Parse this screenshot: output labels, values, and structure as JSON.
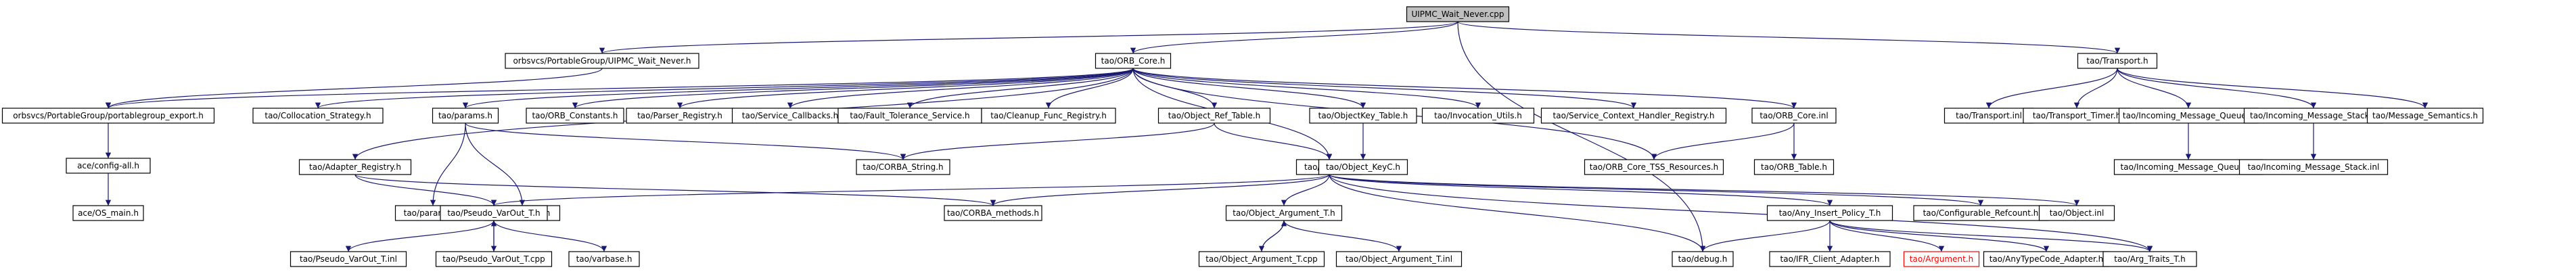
{
  "colors": {
    "edge": "#191970",
    "node_border": "#000000",
    "root_fill": "#bfbfbf",
    "missing_border": "#ff0000"
  },
  "nodes": [
    {
      "id": "root",
      "label": "UIPMC_Wait_Never.cpp",
      "root": true
    },
    {
      "id": "pg_wn",
      "label": "orbsvcs/PortableGroup/UIPMC_Wait_Never.h"
    },
    {
      "id": "orb_core",
      "label": "tao/ORB_Core.h"
    },
    {
      "id": "transport",
      "label": "tao/Transport.h"
    },
    {
      "id": "pg_export",
      "label": "orbsvcs/PortableGroup/portablegroup_export.h"
    },
    {
      "id": "ace_config",
      "label": "ace/config-all.h"
    },
    {
      "id": "ace_os_main",
      "label": "ace/OS_main.h"
    },
    {
      "id": "adapter_reg",
      "label": "tao/Adapter_Registry.h"
    },
    {
      "id": "collocation",
      "label": "tao/Collocation_Strategy.h"
    },
    {
      "id": "params_h",
      "label": "tao/params.h"
    },
    {
      "id": "params_inl",
      "label": "tao/params.inl"
    },
    {
      "id": "objectid",
      "label": "tao/objectid.h"
    },
    {
      "id": "orb_constants",
      "label": "tao/ORB_Constants.h"
    },
    {
      "id": "parser_reg",
      "label": "tao/Parser_Registry.h"
    },
    {
      "id": "svc_callbacks",
      "label": "tao/Service_Callbacks.h"
    },
    {
      "id": "fault_tol",
      "label": "tao/Fault_Tolerance_Service.h"
    },
    {
      "id": "cleanup_func",
      "label": "tao/Cleanup_Func_Registry.h"
    },
    {
      "id": "obj_ref_table",
      "label": "tao/Object_Ref_Table.h"
    },
    {
      "id": "objkey_table",
      "label": "tao/ObjectKey_Table.h"
    },
    {
      "id": "invocation_utils",
      "label": "tao/Invocation_Utils.h"
    },
    {
      "id": "svc_ctx_handler",
      "label": "tao/Service_Context_Handler_Registry.h"
    },
    {
      "id": "orb_core_inl",
      "label": "tao/ORB_Core.inl"
    },
    {
      "id": "corba_string",
      "label": "tao/CORBA_String.h"
    },
    {
      "id": "object_h",
      "label": "tao/Object.h"
    },
    {
      "id": "objkeyc",
      "label": "tao/Object_KeyC.h"
    },
    {
      "id": "tss_res",
      "label": "tao/ORB_Core_TSS_Resources.h"
    },
    {
      "id": "orb_table",
      "label": "tao/ORB_Table.h"
    },
    {
      "id": "pseudo_varout",
      "label": "tao/Pseudo_VarOut_T.h"
    },
    {
      "id": "pseudo_varout_inl",
      "label": "tao/Pseudo_VarOut_T.inl"
    },
    {
      "id": "pseudo_varout_cpp",
      "label": "tao/Pseudo_VarOut_T.cpp"
    },
    {
      "id": "varbase",
      "label": "tao/varbase.h"
    },
    {
      "id": "corba_methods",
      "label": "tao/CORBA_methods.h"
    },
    {
      "id": "obj_arg_t",
      "label": "tao/Object_Argument_T.h"
    },
    {
      "id": "obj_arg_t_cpp",
      "label": "tao/Object_Argument_T.cpp"
    },
    {
      "id": "obj_arg_t_inl",
      "label": "tao/Object_Argument_T.inl"
    },
    {
      "id": "any_insert",
      "label": "tao/Any_Insert_Policy_T.h"
    },
    {
      "id": "configurable_ref",
      "label": "tao/Configurable_Refcount.h"
    },
    {
      "id": "object_inl",
      "label": "tao/Object.inl"
    },
    {
      "id": "debug_h",
      "label": "tao/debug.h"
    },
    {
      "id": "ifr_client",
      "label": "tao/IFR_Client_Adapter.h"
    },
    {
      "id": "argument_h",
      "label": "tao/Argument.h",
      "red": true
    },
    {
      "id": "anytypecode",
      "label": "tao/AnyTypeCode_Adapter.h"
    },
    {
      "id": "arg_traits",
      "label": "tao/Arg_Traits_T.h"
    },
    {
      "id": "transport_inl",
      "label": "tao/Transport.inl"
    },
    {
      "id": "transport_timer",
      "label": "tao/Transport_Timer.h"
    },
    {
      "id": "inc_msg_queue",
      "label": "tao/Incoming_Message_Queue.h"
    },
    {
      "id": "inc_msg_stack",
      "label": "tao/Incoming_Message_Stack.h"
    },
    {
      "id": "msg_semantics",
      "label": "tao/Message_Semantics.h"
    },
    {
      "id": "inc_msg_queue_inl",
      "label": "tao/Incoming_Message_Queue.inl"
    },
    {
      "id": "inc_msg_stack_inl",
      "label": "tao/Incoming_Message_Stack.inl"
    }
  ],
  "edges": [
    [
      "root",
      "pg_wn"
    ],
    [
      "root",
      "orb_core"
    ],
    [
      "root",
      "transport"
    ],
    [
      "root",
      "debug_h"
    ],
    [
      "pg_wn",
      "pg_export"
    ],
    [
      "pg_export",
      "ace_config"
    ],
    [
      "ace_config",
      "ace_os_main"
    ],
    [
      "orb_core",
      "pg_export"
    ],
    [
      "orb_core",
      "adapter_reg"
    ],
    [
      "orb_core",
      "collocation"
    ],
    [
      "orb_core",
      "params_h"
    ],
    [
      "orb_core",
      "orb_constants"
    ],
    [
      "orb_core",
      "parser_reg"
    ],
    [
      "orb_core",
      "svc_callbacks"
    ],
    [
      "orb_core",
      "fault_tol"
    ],
    [
      "orb_core",
      "cleanup_func"
    ],
    [
      "orb_core",
      "obj_ref_table"
    ],
    [
      "orb_core",
      "objkey_table"
    ],
    [
      "orb_core",
      "invocation_utils"
    ],
    [
      "orb_core",
      "svc_ctx_handler"
    ],
    [
      "orb_core",
      "orb_core_inl"
    ],
    [
      "orb_core",
      "tss_res"
    ],
    [
      "orb_core",
      "object_h"
    ],
    [
      "params_h",
      "params_inl"
    ],
    [
      "params_h",
      "objectid"
    ],
    [
      "params_h",
      "corba_string"
    ],
    [
      "obj_ref_table",
      "corba_string"
    ],
    [
      "obj_ref_table",
      "object_h"
    ],
    [
      "objkey_table",
      "objkeyc"
    ],
    [
      "orb_core_inl",
      "tss_res"
    ],
    [
      "orb_core_inl",
      "orb_table"
    ],
    [
      "adapter_reg",
      "pseudo_varout"
    ],
    [
      "adapter_reg",
      "corba_methods"
    ],
    [
      "object_h",
      "pseudo_varout"
    ],
    [
      "object_h",
      "corba_methods"
    ],
    [
      "object_h",
      "obj_arg_t"
    ],
    [
      "object_h",
      "any_insert"
    ],
    [
      "object_h",
      "configurable_ref"
    ],
    [
      "object_h",
      "object_inl"
    ],
    [
      "object_h",
      "debug_h"
    ],
    [
      "object_h",
      "arg_traits"
    ],
    [
      "pseudo_varout",
      "pseudo_varout_inl"
    ],
    [
      "pseudo_varout",
      "pseudo_varout_cpp"
    ],
    [
      "pseudo_varout_cpp",
      "pseudo_varout"
    ],
    [
      "pseudo_varout",
      "varbase"
    ],
    [
      "obj_arg_t",
      "obj_arg_t_cpp"
    ],
    [
      "obj_arg_t_cpp",
      "obj_arg_t"
    ],
    [
      "obj_arg_t",
      "obj_arg_t_inl"
    ],
    [
      "any_insert",
      "debug_h"
    ],
    [
      "any_insert",
      "ifr_client"
    ],
    [
      "any_insert",
      "argument_h"
    ],
    [
      "any_insert",
      "anytypecode"
    ],
    [
      "any_insert",
      "arg_traits"
    ],
    [
      "transport",
      "transport_inl"
    ],
    [
      "transport",
      "transport_timer"
    ],
    [
      "transport",
      "inc_msg_queue"
    ],
    [
      "transport",
      "inc_msg_stack"
    ],
    [
      "transport",
      "msg_semantics"
    ],
    [
      "inc_msg_queue",
      "inc_msg_queue_inl"
    ],
    [
      "inc_msg_stack",
      "inc_msg_stack_inl"
    ]
  ]
}
